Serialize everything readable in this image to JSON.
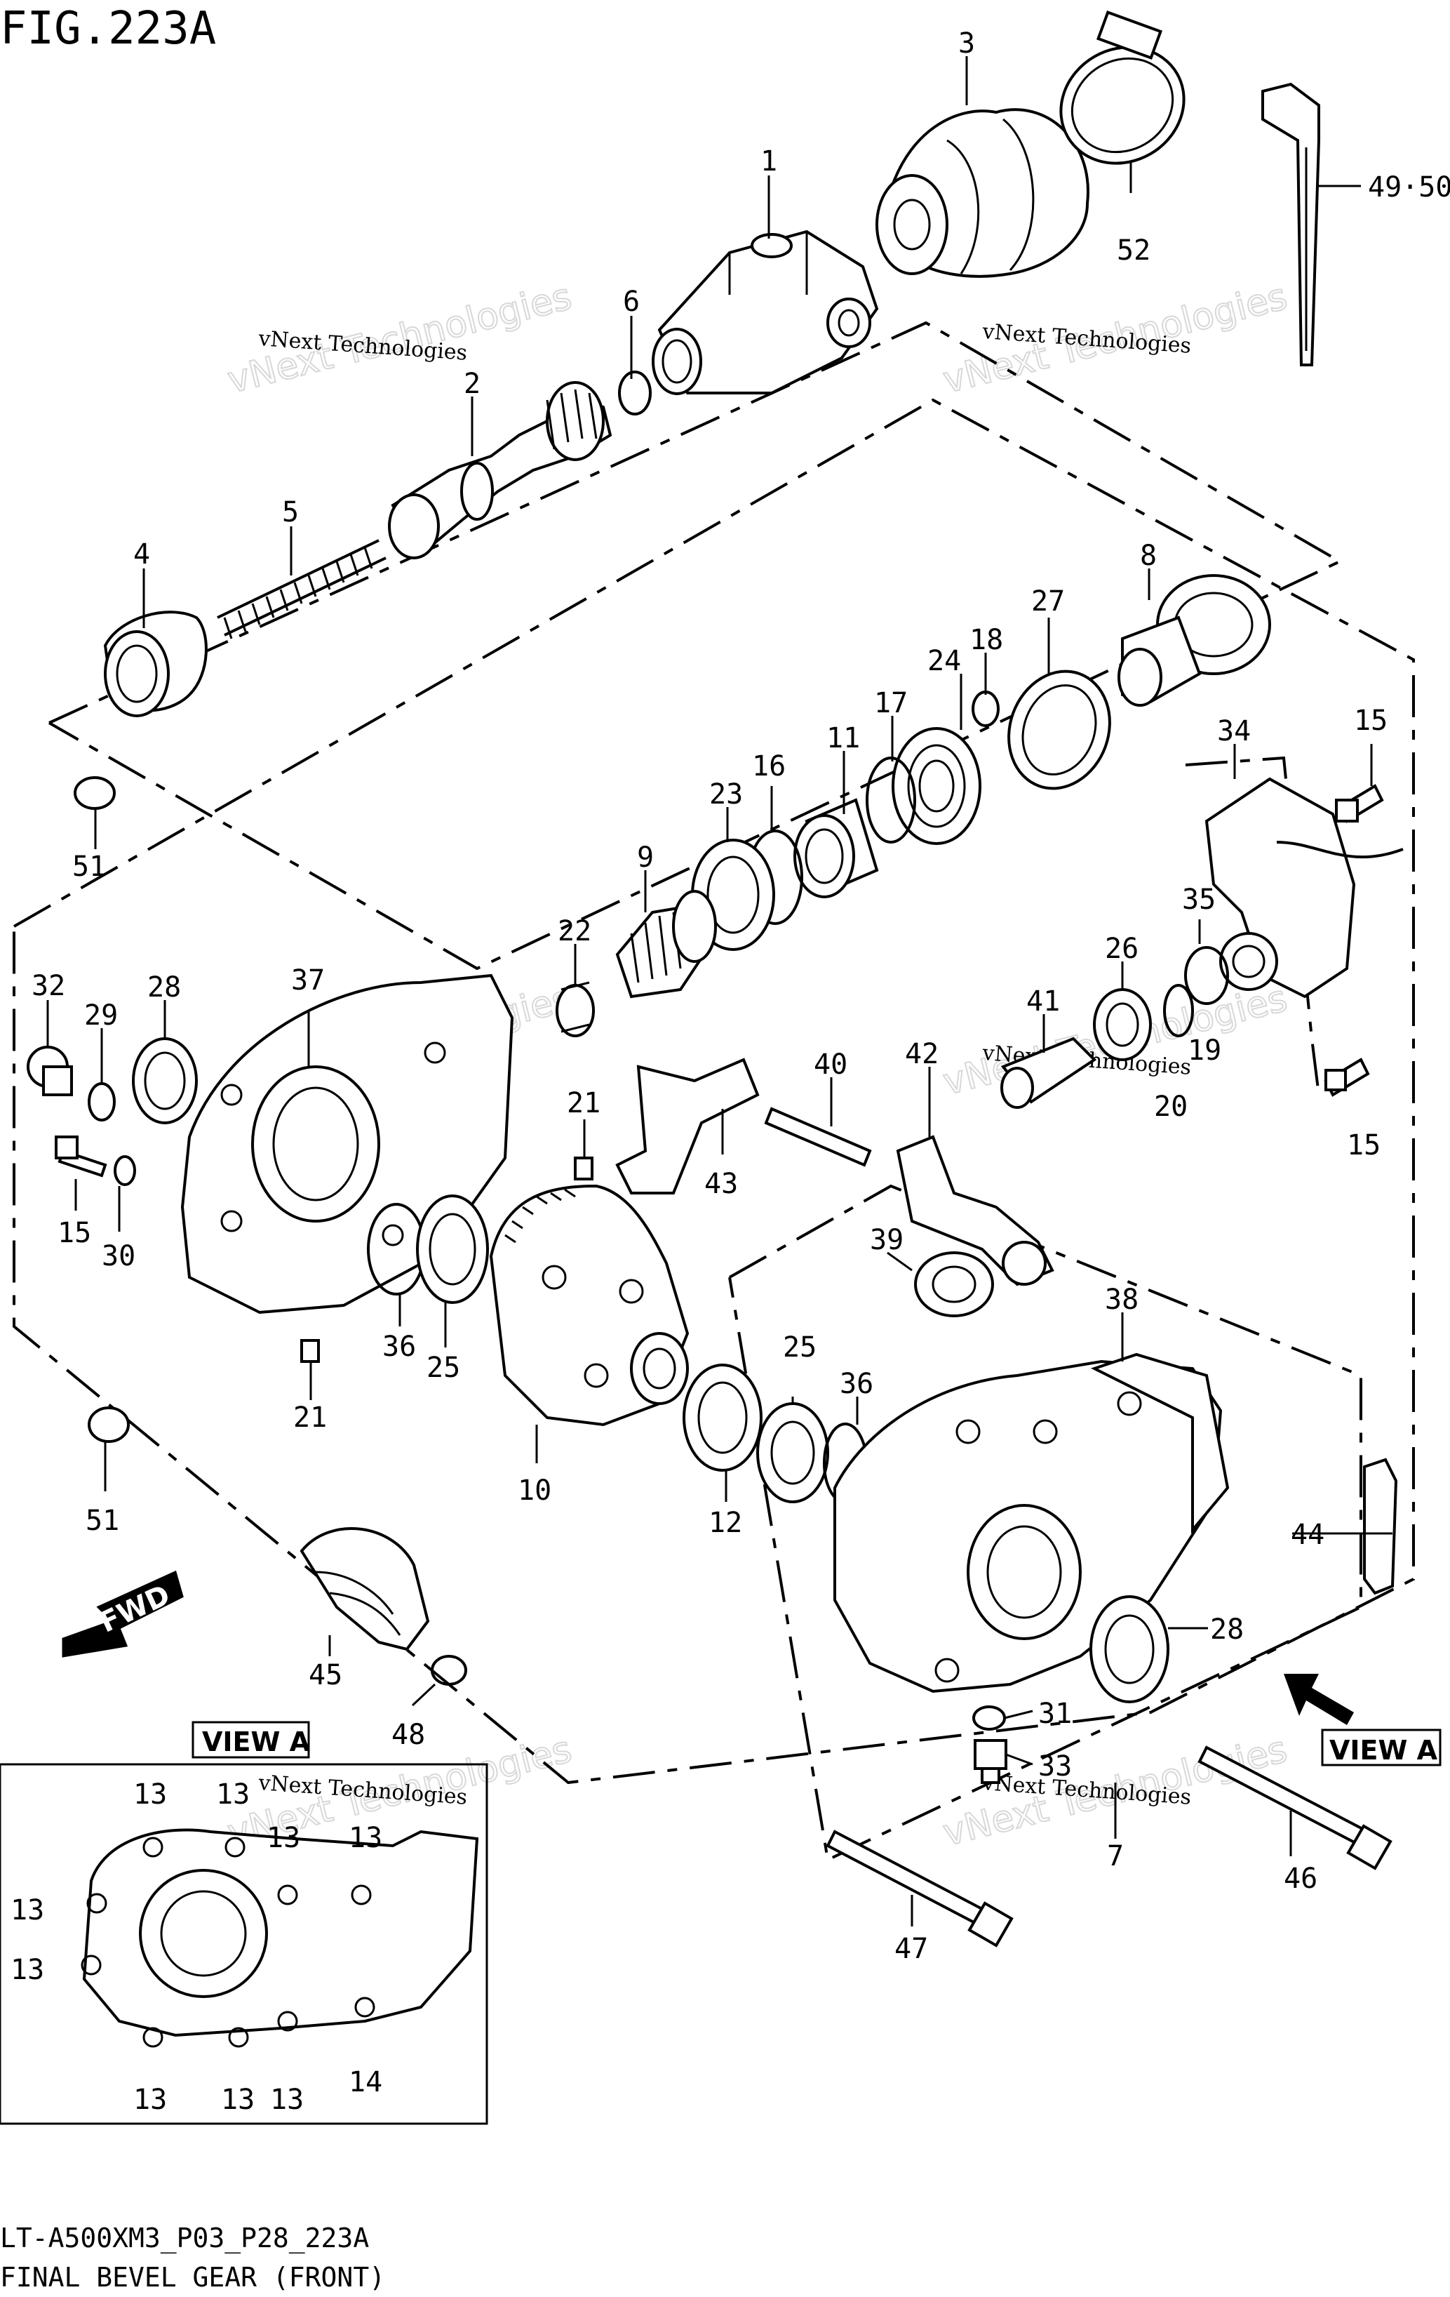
{
  "figure": {
    "title": "FIG.223A",
    "model_code": "LT-A500XM3_P03_P28_223A",
    "caption": "FINAL BEVEL GEAR (FRONT)"
  },
  "watermark": {
    "small": "vNext Technologies",
    "large": "vNext Technologies"
  },
  "view_labels": {
    "inset": "VIEW A",
    "arrow": "VIEW A",
    "fwd": "FWD"
  },
  "callouts": {
    "c1": "1",
    "c2": "2",
    "c3": "3",
    "c4": "4",
    "c5": "5",
    "c6": "6",
    "c7": "7",
    "c8": "8",
    "c9": "9",
    "c10": "10",
    "c11": "11",
    "c12": "12",
    "c15a": "15",
    "c15b": "15",
    "c15c": "15",
    "c16": "16",
    "c17": "17",
    "c18": "18",
    "c19": "19",
    "c20": "20",
    "c21a": "21",
    "c21b": "21",
    "c22": "22",
    "c23": "23",
    "c24": "24",
    "c25a": "25",
    "c25b": "25",
    "c26": "26",
    "c27": "27",
    "c28a": "28",
    "c28b": "28",
    "c29": "29",
    "c30": "30",
    "c31": "31",
    "c32": "32",
    "c33": "33",
    "c34": "34",
    "c35": "35",
    "c36a": "36",
    "c36b": "36",
    "c37": "37",
    "c38": "38",
    "c39": "39",
    "c40": "40",
    "c41": "41",
    "c42": "42",
    "c43": "43",
    "c44": "44",
    "c45": "45",
    "c46": "46",
    "c47": "47",
    "c48": "48",
    "c4950": "49·50",
    "c51a": "51",
    "c51b": "51",
    "c52": "52"
  },
  "inset_callouts": {
    "i13a": "13",
    "i13b": "13",
    "i13c": "13",
    "i13d": "13",
    "i13e": "13",
    "i13f": "13",
    "i13g": "13",
    "i13h": "13",
    "i13i": "13",
    "i14": "14"
  }
}
